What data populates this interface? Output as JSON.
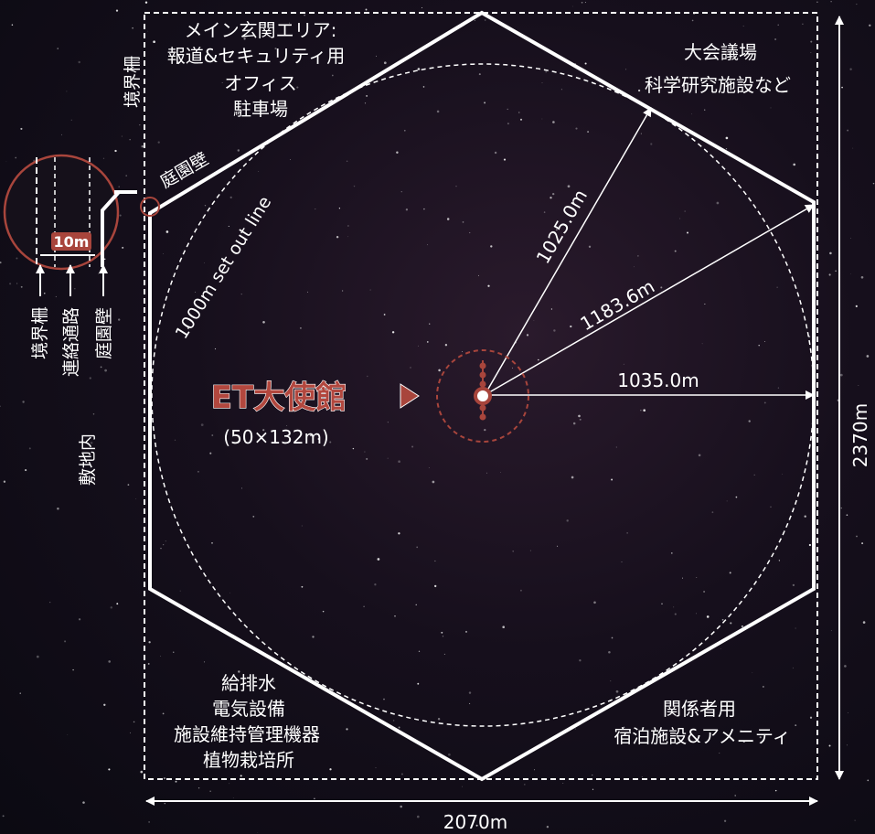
{
  "colors": {
    "line": "#ffffff",
    "accent": "#a8453c"
  },
  "zones": {
    "main_entrance": [
      "メイン玄関エリア:",
      "報道&セキュリティ用",
      "オフィス",
      "駐車場"
    ],
    "conference": [
      "大会議場",
      "科学研究施設など"
    ],
    "utilities": [
      "給排水",
      "電気設備",
      "施設維持管理機器",
      "植物栽培所"
    ],
    "lodging": [
      "関係者用",
      "宿泊施設&アメニティ"
    ]
  },
  "labels": {
    "boundary_fence_top": "境界柵",
    "garden_wall_diag": "庭園壁",
    "setout_line": "1000m set out line",
    "inset_width": "10m",
    "inset_boundary": "境界柵",
    "inset_access_top": "連絡通路",
    "inset_access_bottom": "敷地内",
    "inset_garden": "庭園壁"
  },
  "dimensions": {
    "radius_circle": "1025.0m",
    "radius_corner": "1183.6m",
    "radius_edge": "1035.0m",
    "height": "2370m",
    "width": "2070m"
  },
  "embassy": {
    "title": "ET大使館",
    "size": "(50×132m)"
  }
}
